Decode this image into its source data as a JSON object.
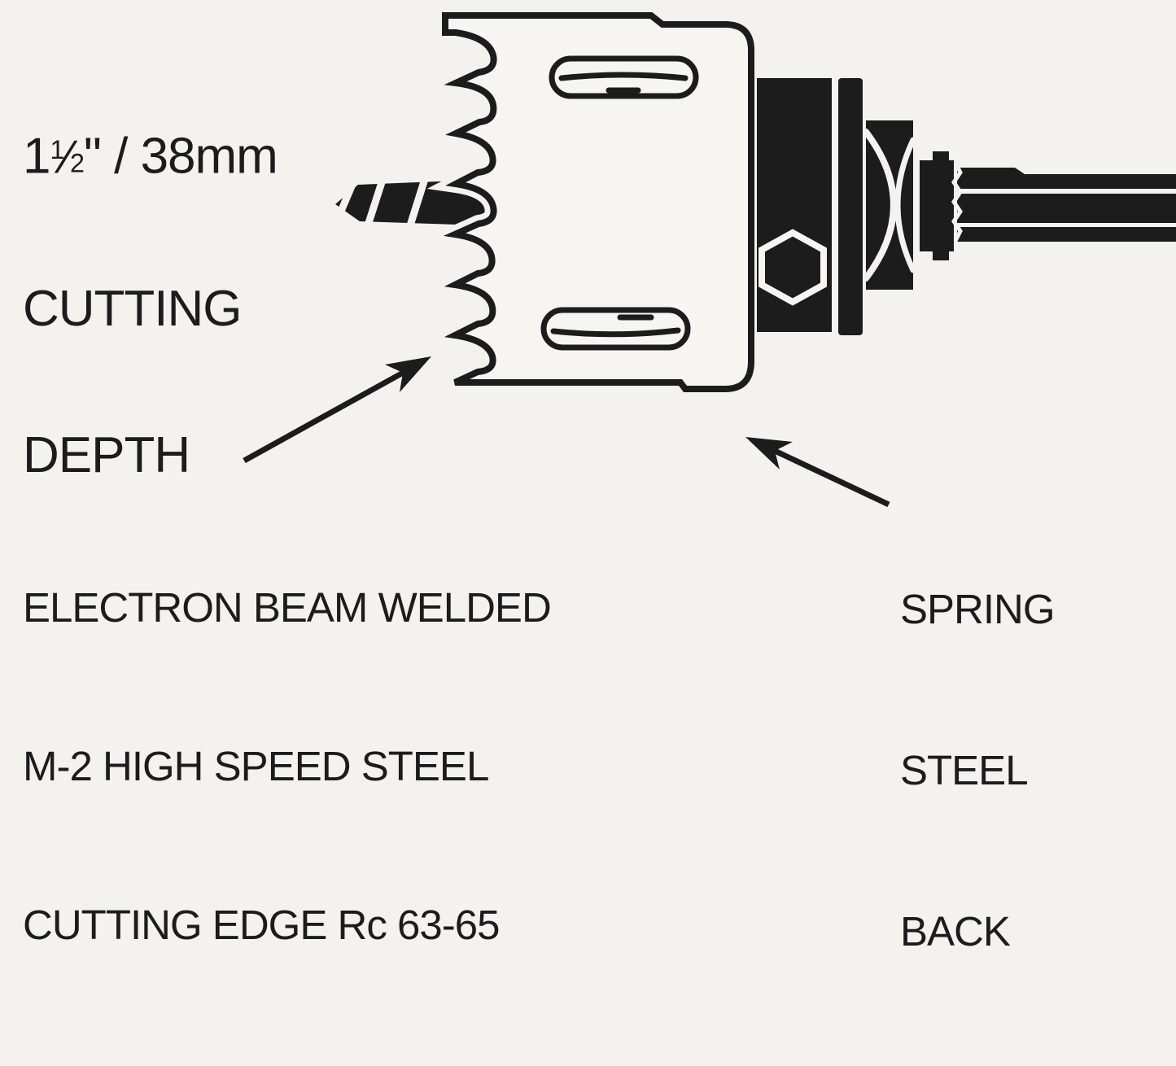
{
  "colors": {
    "background": "#f3f2ee",
    "ink": "#1c1c1c",
    "body_fill": "#f6f5f2"
  },
  "labels": {
    "cutting_depth": {
      "whole": "1",
      "numerator": "1",
      "fraction_slash": "⁄",
      "denominator": "2",
      "suffix": "\" / 38mm",
      "line2": "CUTTING",
      "line3": "DEPTH"
    },
    "cutting_edge": {
      "line1": "ELECTRON BEAM WELDED",
      "line2": "M-2 HIGH SPEED STEEL",
      "line3": "CUTTING EDGE Rc 63-65"
    },
    "spring_steel_back": {
      "line1": "SPRING",
      "line2": "STEEL",
      "line3": "BACK"
    }
  },
  "diagram": {
    "type": "technical_line_illustration",
    "subject": "bi-metal hole saw cup with pilot drill bit and arbor shank",
    "parts": [
      "cup-body",
      "saw-teeth",
      "pilot-drill-bit",
      "vent-slot-top",
      "vent-slot-bottom",
      "arbor-collar",
      "hex-nut",
      "spring-washers",
      "knurled-nut",
      "drive-shank"
    ],
    "callouts": [
      {
        "arrow": "arrow-to-cutting-edge",
        "points_to": "saw-teeth",
        "label": "cutting_edge"
      },
      {
        "arrow": "arrow-to-spring-steel-back",
        "points_to": "cup-body",
        "label": "spring_steel_back"
      }
    ]
  }
}
